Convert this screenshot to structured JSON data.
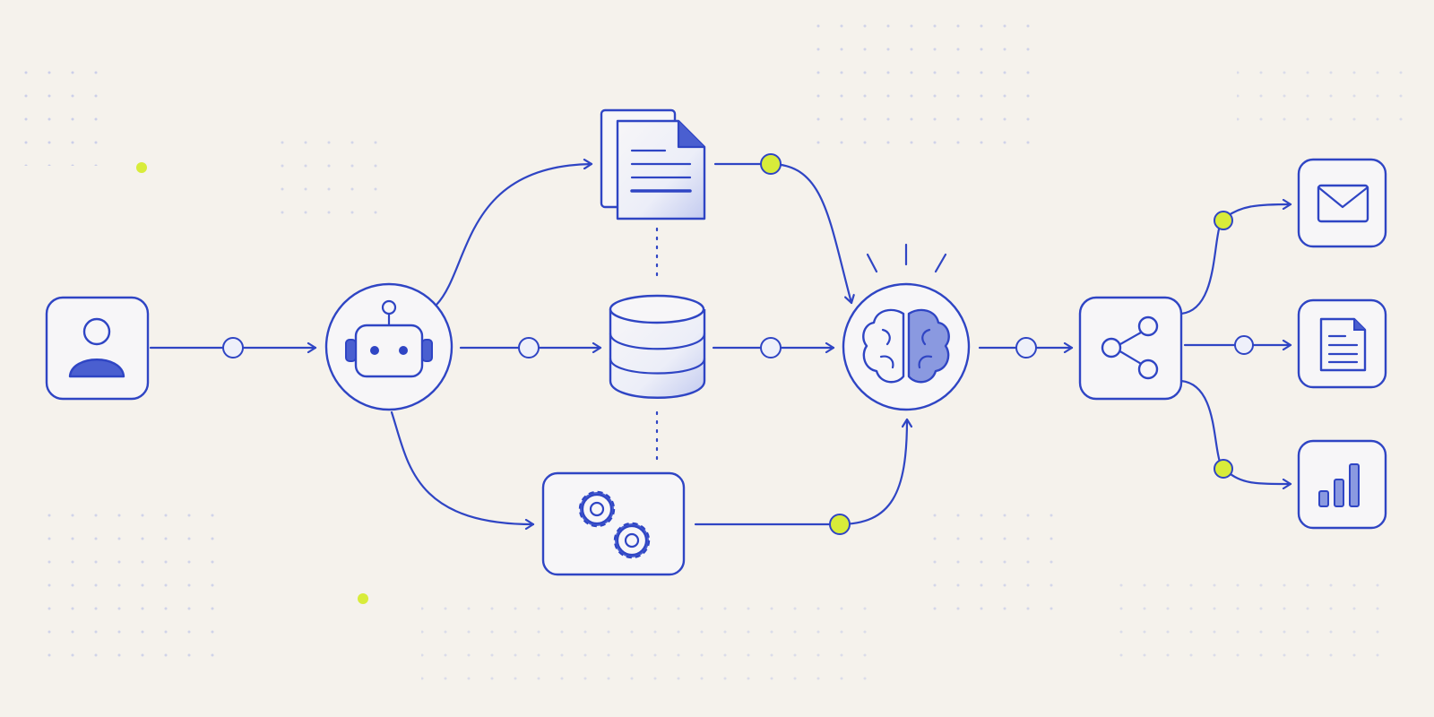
{
  "colors": {
    "background": "#f5f2ec",
    "line": "#2f45c4",
    "accent": "#d8ec3a",
    "fill_light": "#f7f6f8",
    "fill_shade": "#b9c2ee"
  },
  "nodes": [
    {
      "id": "user",
      "icon": "user-icon",
      "shape": "rounded-square"
    },
    {
      "id": "bot",
      "icon": "robot-icon",
      "shape": "circle"
    },
    {
      "id": "documents",
      "icon": "documents-icon",
      "shape": "icon"
    },
    {
      "id": "database",
      "icon": "database-icon",
      "shape": "icon"
    },
    {
      "id": "processing",
      "icon": "gears-icon",
      "shape": "rounded-rect"
    },
    {
      "id": "brain",
      "icon": "brain-icon",
      "shape": "circle"
    },
    {
      "id": "share",
      "icon": "share-icon",
      "shape": "rounded-square"
    },
    {
      "id": "email",
      "icon": "envelope-icon",
      "shape": "rounded-square"
    },
    {
      "id": "report",
      "icon": "document-icon",
      "shape": "rounded-square"
    },
    {
      "id": "analytics",
      "icon": "bar-chart-icon",
      "shape": "rounded-square"
    }
  ],
  "edges": [
    {
      "from": "user",
      "to": "bot",
      "marker": "plain"
    },
    {
      "from": "bot",
      "to": "documents",
      "marker": "none"
    },
    {
      "from": "bot",
      "to": "database",
      "marker": "plain"
    },
    {
      "from": "bot",
      "to": "processing",
      "marker": "none"
    },
    {
      "from": "documents",
      "to": "database",
      "style": "dotted"
    },
    {
      "from": "database",
      "to": "processing",
      "style": "dotted"
    },
    {
      "from": "documents",
      "to": "brain",
      "marker": "accent"
    },
    {
      "from": "database",
      "to": "brain",
      "marker": "plain"
    },
    {
      "from": "processing",
      "to": "brain",
      "marker": "accent"
    },
    {
      "from": "brain",
      "to": "share",
      "marker": "plain"
    },
    {
      "from": "share",
      "to": "email",
      "marker": "accent"
    },
    {
      "from": "share",
      "to": "report",
      "marker": "plain"
    },
    {
      "from": "share",
      "to": "analytics",
      "marker": "accent"
    }
  ]
}
